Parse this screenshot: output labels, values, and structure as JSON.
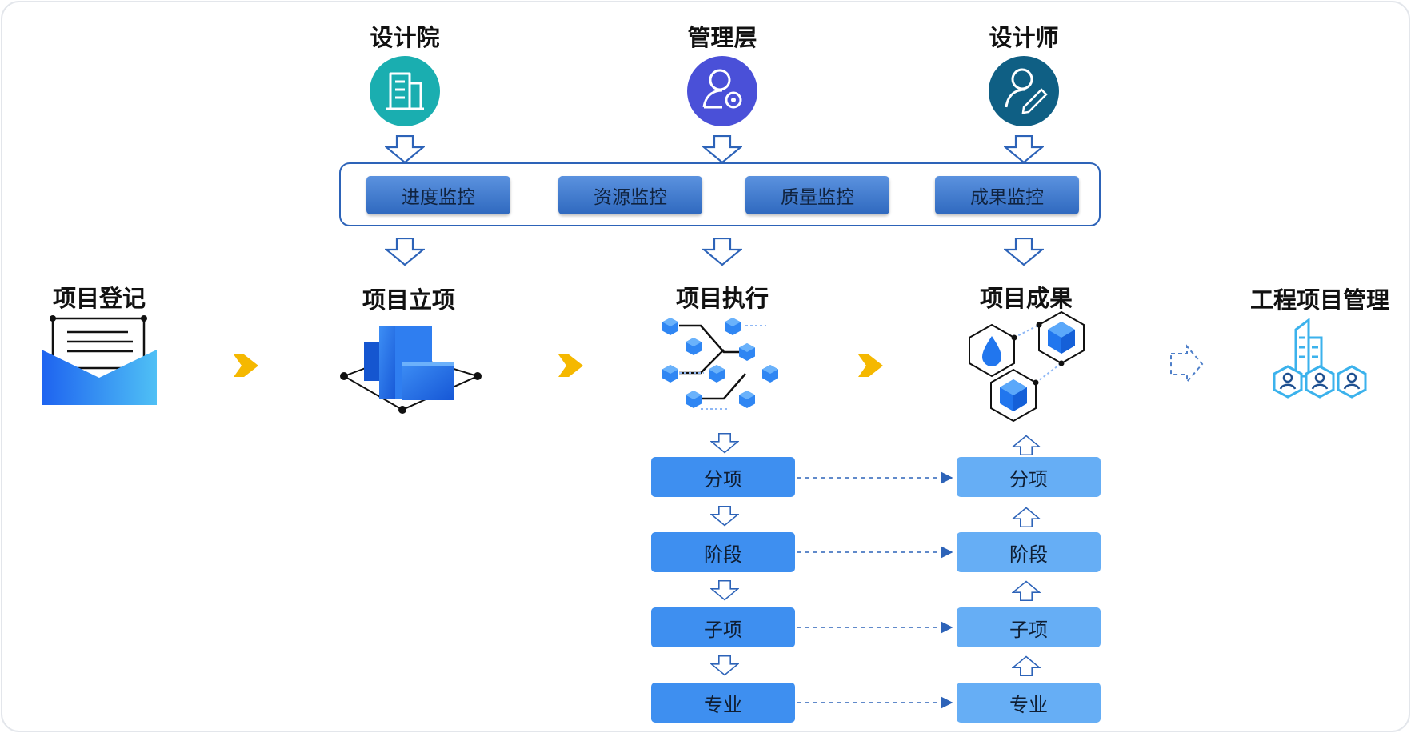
{
  "roles": [
    {
      "label": "设计院",
      "icon": "building-icon",
      "color": "#1aaeb0"
    },
    {
      "label": "管理层",
      "icon": "user-gear-icon",
      "color": "#4a50d8"
    },
    {
      "label": "设计师",
      "icon": "user-edit-icon",
      "color": "#0f5f84"
    }
  ],
  "monitor": [
    "进度监控",
    "资源监控",
    "质量监控",
    "成果监控"
  ],
  "flow": {
    "register": "项目登记",
    "setup": "项目立项",
    "execute": "项目执行",
    "result": "项目成果",
    "manage": "工程项目管理"
  },
  "exec_items": [
    "分项",
    "阶段",
    "子项",
    "专业"
  ],
  "result_items": [
    "分项",
    "阶段",
    "子项",
    "专业"
  ],
  "colors": {
    "arrow_outline": "#2d63b8",
    "flow_arrow": "#f5b800",
    "exec_box": "#3e8ff0",
    "result_box": "#66aef5",
    "monitor_button": "#3f7ad0"
  }
}
